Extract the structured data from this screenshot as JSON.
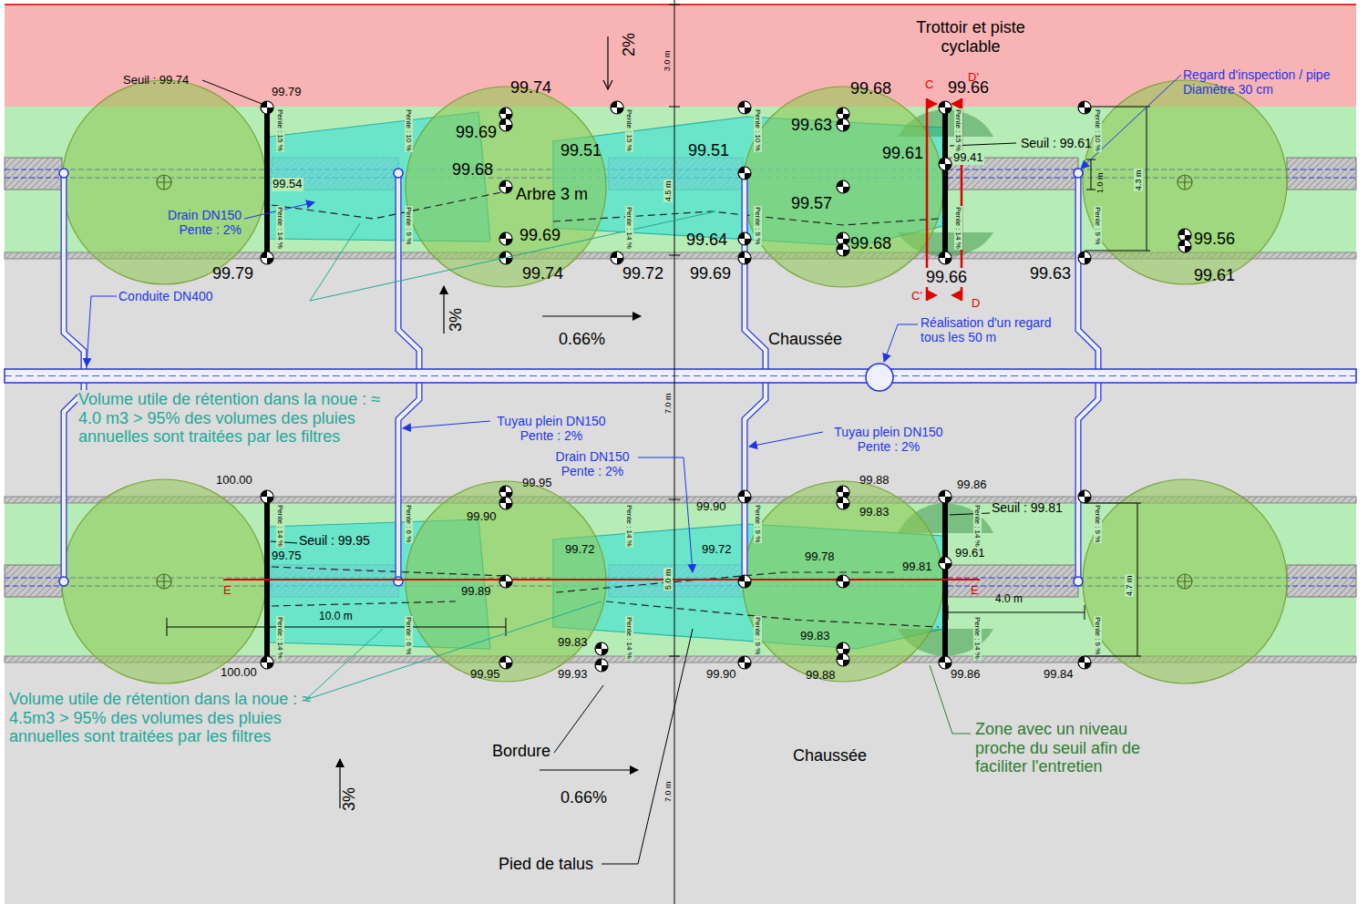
{
  "diagram": {
    "nodes": [
      {
        "text": [
          "Trottoir et piste cyclable"
        ]
      },
      {
        "text": [
          "Chaussée"
        ]
      },
      {
        "text": [
          "Arbre 3 m"
        ]
      },
      {
        "text": [
          "Chaussée"
        ]
      }
    ],
    "labels": [
      "Seuil : 99.74",
      "99.79",
      "2%",
      "3.0 m",
      "99.74",
      "99.69",
      "99.68",
      "99.69",
      "99.74",
      "99.79",
      "99.54",
      "Drain DN150 Pente : 2%",
      "Conduite DN400",
      "99.51",
      "99.51",
      "4.5 m",
      "99.72",
      "99.69",
      "99.64",
      "99.68",
      "99.63",
      "99.57",
      "99.68",
      "99.61",
      "C",
      "D'",
      "99.66",
      "Seuil : 99.61",
      "99.41",
      "1.0 m",
      "4.3 m",
      "Regard d'inspection / pipe Diamètre 30 cm",
      "99.66",
      "C'",
      "D",
      "99.63",
      "99.56",
      "99.61",
      "3%",
      "0.66%",
      "Réalisation d'un regard tous les 50 m",
      "7.0 m",
      "Volume utile de rétention dans la noue : ≈ 4.0 m3 > 95% des volumes des pluies annuelles sont traitées par les filtres",
      "Tuyau plein DN150 Pente : 2%",
      "Tuyau plein DN150 Pente : 2%",
      "Drain DN150 Pente : 2%",
      "100.00",
      "99.95",
      "99.90",
      "99.90",
      "99.88",
      "99.86",
      "Seuil : 99.81",
      "99.83",
      "Seuil : 99.95",
      "99.75",
      "99.72",
      "99.72",
      "99.78",
      "99.61",
      "99.81",
      "E",
      "E",
      "99.89",
      "5.0 m",
      "4.0 m",
      "4.7 m",
      "10.0 m",
      "99.83",
      "99.83",
      "100.00",
      "99.95",
      "99.93",
      "99.90",
      "99.88",
      "99.86",
      "99.84",
      "Volume utile de rétention dans la noue : ≈ 4.5m3 > 95% des volumes des pluies annuelles sont traitées par les filtres",
      "Zone avec un niveau proche du seuil afin de faciliter l'entretien",
      "Bordure",
      "3%",
      "0.66%",
      "7.0 m",
      "Pied de talus",
      "Pente : 15 %",
      "Pente : 10 %",
      "Pente : 15 %",
      "Pente : 10 %",
      "Pente : 15 %",
      "Pente : 10 %",
      "Pente : 14 %",
      "Pente : 9 %",
      "Pente : 14 %",
      "Pente : 9 %",
      "Pente : 14 %",
      "Pente : 9 %",
      "Pente : 14 %",
      "Pente : 6 %",
      "Pente : 14 %",
      "Pente : 9 %",
      "Pente : 14 %",
      "Pente : 9 %",
      "Pente : 14 %",
      "Pente : 6 %",
      "Pente : 14 %",
      "Pente : 9 %",
      "Pente : 14 %",
      "Pente : 9 %"
    ]
  }
}
